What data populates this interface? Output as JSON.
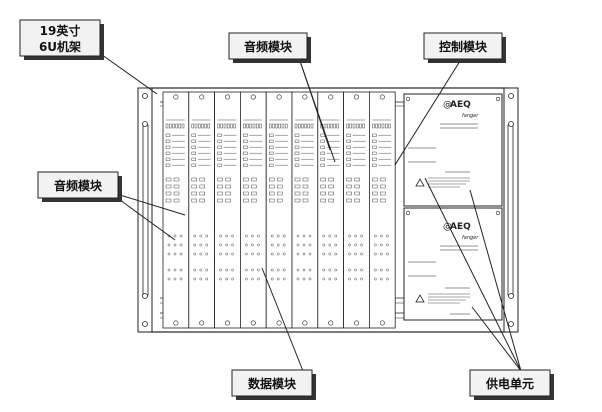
{
  "callouts": {
    "rack_frame": "19英寸 6U机架",
    "rack_frame_line1": "19英寸",
    "rack_frame_line2": "6U机架",
    "audio_module_top": "音频模块",
    "control_module": "控制模块",
    "audio_module_left": "音频模块",
    "data_module": "数据模块",
    "power_unit": "供电单元"
  },
  "power_units": [
    {
      "brand": "AEQ",
      "subbrand": "fanger"
    },
    {
      "brand": "AEQ",
      "subbrand": "fanger"
    }
  ],
  "module_slots": 9,
  "colors": {
    "line": "#222222",
    "box_fill": "#f2f2f2",
    "box_shadow": "#333333"
  }
}
